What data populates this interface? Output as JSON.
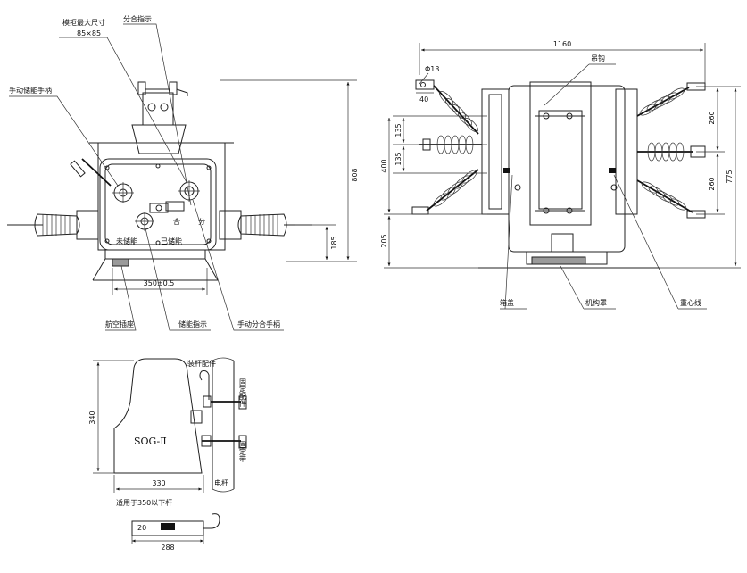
{
  "front_view": {
    "labels": {
      "mold_size": "模拒最大尺寸",
      "mold_dim": "85×85",
      "open_close_indicator": "分合指示",
      "manual_storage_handle": "手动储能手柄",
      "unstored": "未储能",
      "stored": "已储能",
      "close": "合",
      "open": "分",
      "aviation_socket": "航空插座",
      "storage_indicator": "储能指示",
      "manual_open_close_handle": "手动分合手柄"
    },
    "dims": {
      "height_total": "808",
      "height_base": "185",
      "width_base": "350±0.5"
    }
  },
  "side_view": {
    "labels": {
      "hook": "吊钩",
      "box_cover": "箱盖",
      "mechanism_cover": "机构罩",
      "center_line": "重心线"
    },
    "dims": {
      "width_total": "1160",
      "hole_dia": "Φ13",
      "hole_offset": "40",
      "d_135a": "135",
      "d_135b": "135",
      "d_400": "400",
      "d_205": "205",
      "d_260a": "260",
      "d_260b": "260",
      "d_775": "775"
    }
  },
  "bracket_view": {
    "labels": {
      "model": "SOG-Ⅱ",
      "mounting_fitting": "装杆配件",
      "fixing_fitting": "固定配件",
      "fixing_band": "固定带",
      "pole": "电杆",
      "note": "适用于350以下杆"
    },
    "dims": {
      "height": "340",
      "width": "330",
      "small_20": "20",
      "base_288": "288"
    }
  }
}
